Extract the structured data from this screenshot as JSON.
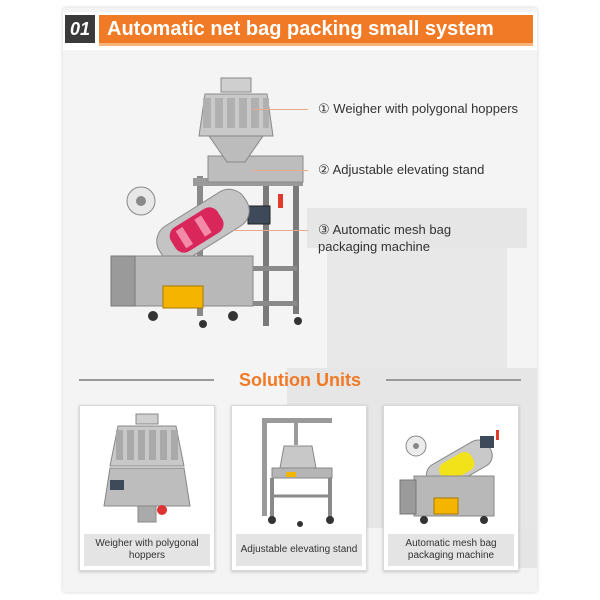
{
  "header": {
    "number": "01",
    "title": "Automatic net bag packing small system",
    "accent_color": "#f07a26"
  },
  "hero": {
    "callouts": [
      {
        "marker": "①",
        "text": "Weigher with polygonal hoppers"
      },
      {
        "marker": "②",
        "text": "Adjustable elevating stand"
      },
      {
        "marker": "③",
        "text": "Automatic mesh bag packaging machine"
      }
    ]
  },
  "solution": {
    "title": "Solution Units",
    "units": [
      {
        "label": "Weigher with polygonal hoppers",
        "icon": "multihead-weigher-icon"
      },
      {
        "label": "Adjustable elevating stand",
        "icon": "elevating-stand-icon"
      },
      {
        "label": "Automatic mesh bag packaging machine",
        "icon": "bagging-machine-icon"
      }
    ]
  }
}
